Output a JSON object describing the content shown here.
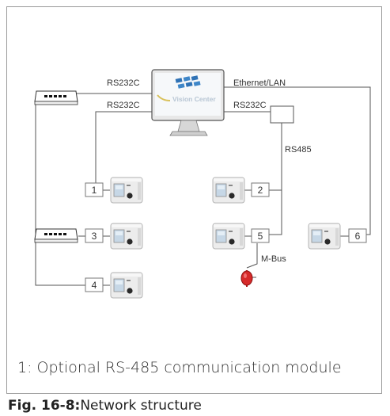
{
  "diagram": {
    "software_logo_text": "Vision Center",
    "links": {
      "ethernet_lan": "Ethernet/LAN",
      "rs232c_switch": "RS232C",
      "rs232c_device1": "RS232C",
      "rs232c_converter": "RS232C",
      "rs485": "RS485",
      "mbus": "M-Bus"
    },
    "device_numbers": [
      "1",
      "2",
      "3",
      "4",
      "5",
      "6"
    ]
  },
  "note": "1: Optional RS-485 communication module",
  "caption": {
    "prefix": "Fig. 16-8:",
    "text": "Network structure"
  }
}
